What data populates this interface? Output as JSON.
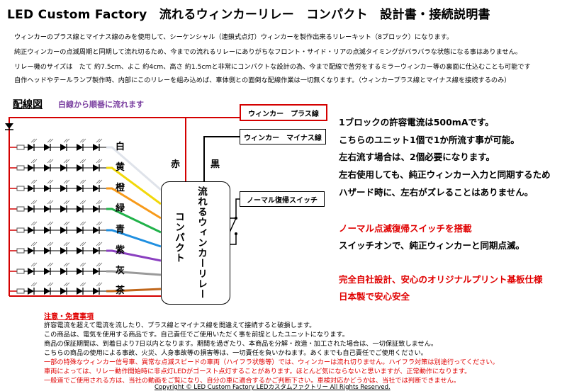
{
  "header": {
    "title": "LED Custom Factory　流れるウィンカーリレー　コンパクト　設計書・接続説明書"
  },
  "intro": [
    "ウィンカーのプラス線とマイナス線のみを使用して、シーケンシャル（連鎖式点灯）ウィンカーを製作出来るリレーキット（8ブロック）になります。",
    "純正ウィンカーの点滅周期と同期して流れ切るため、今までの流れるリレーにありがちなフロント・サイド・リアの点滅タイミングがバラバラな状態になる事はありません。",
    "リレー機のサイズは　たて 約7.5cm、よこ 約4cm、高さ 約1.5cmと非常にコンパクトな設計の為、今まで配線で苦労をするミラーウィンカー等の裏面に仕込むことも可能です",
    "自作ヘッドやテールランプ製作時、内部にこのリレーを組み込めば、車体側との面倒な配線作業は一切無くなります。（ウィンカープラス線とマイナス線を接続するのみ）"
  ],
  "diagram": {
    "title": "配線図",
    "subtitle": "白線から順番に流れます",
    "plus_label": "ウィンカー　プラス線",
    "minus_label": "ウィンカー　マイナス線",
    "switch_label": "ノーマル復帰スイッチ",
    "relay_text": [
      "流れるウィンカーリレー",
      "コンパクト"
    ],
    "red_wire": "赤",
    "black_wire": "黒",
    "wire_colors": [
      {
        "name": "白",
        "color": "#dfe3ea"
      },
      {
        "name": "黄",
        "color": "#f2d80a"
      },
      {
        "name": "橙",
        "color": "#f79a1a"
      },
      {
        "name": "緑",
        "color": "#21b24a"
      },
      {
        "name": "青",
        "color": "#1f8fe0"
      },
      {
        "name": "紫",
        "color": "#8a3fc0"
      },
      {
        "name": "灰",
        "color": "#9a9a9a"
      },
      {
        "name": "茶",
        "color": "#c0661a"
      }
    ]
  },
  "specs": [
    "1ブロックの許容電流は500mAです。",
    "こちらのユニット1個で1か所流す事が可能。",
    "左右流す場合は、2個必要になります。",
    "左右使用しても、純正ウィンカー入力と同期するため",
    "ハザード時に、左右がズレることはありません。"
  ],
  "features": {
    "switch_title": "ノーマル点滅復帰スイッチを搭載",
    "switch_desc": "スイッチオンで、純正ウィンカーと同期点滅。",
    "made1": "完全自社設計、安心のオリジナルプリント基板仕様",
    "made2": "日本製で安心安全"
  },
  "notes": {
    "heading": "注意・免責事項",
    "lines": [
      "許容電流を超えて電流を流したり、プラス線とマイナス線を間違えて接続すると破損します。",
      "この商品は、電気を使用する商品です。自己責任でご使用いただく事を前提としたユニットになります。",
      "商品の保証期間は、到着日より7日以内となります。期間を過ぎたり、本商品を分解・改造・加工された場合は、一切保証致しません。",
      "こちらの商品の使用による事故、火災、人身事故等の損害等は、一切責任を負いかねます。あくまでも自己責任でご使用ください。"
    ],
    "red_lines": [
      "一部の特殊なウィンカー信号車、異常な点滅スピードの車両（ハイフラ状態等）では、ウィンカーは流れ切りません。ハイフラ対策は別途行ってください。",
      "車両によっては、リレー動作開始時に非点灯LEDがゴースト点灯することがあります。ほとんど気にならないと思いますが、正常動作になります。",
      "一般道でご使用される方は、当社の動画をご覧になり、自分の車に適合するかご判断下さい。車検対応かどうかは、当社では判断できません。"
    ],
    "copyright": "Copyright © LED Custom Factory  LEDカスタムファクトリー All Rights Reserved."
  }
}
